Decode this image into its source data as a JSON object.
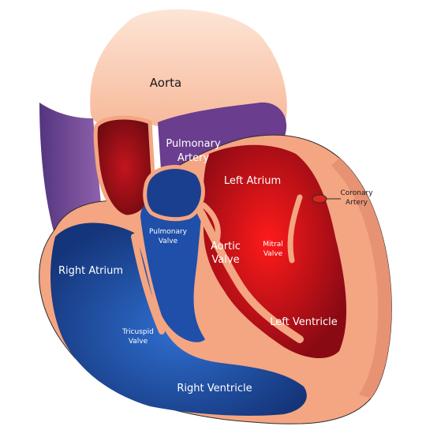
{
  "labels": {
    "aorta": "Aorta",
    "pulmonary_artery_1": "Pulmonary",
    "pulmonary_artery_2": "Artery",
    "left_atrium": "Left Atrium",
    "coronary_artery_1": "Coronary",
    "coronary_artery_2": "Artery",
    "pulmonary_valve_1": "Pulmonary",
    "pulmonary_valve_2": "Valve",
    "aortic_valve_1": "Aortic",
    "aortic_valve_2": "Valve",
    "mitral_valve_1": "Mitral",
    "mitral_valve_2": "Valve",
    "right_atrium": "Right Atrium",
    "left_ventricle": "Left Ventricle",
    "tricuspid_valve_1": "Tricuspid",
    "tricuspid_valve_2": "Valve",
    "right_ventricle": "Right Ventricle"
  },
  "colors": {
    "tissue": "#f4a582",
    "tissue_light": "#fbd3bf",
    "deoxygenated": "#1f4fa8",
    "oxygenated": "#e0141e",
    "vessel_purple": "#6a3d8f",
    "outline": "#2b2b2b"
  }
}
